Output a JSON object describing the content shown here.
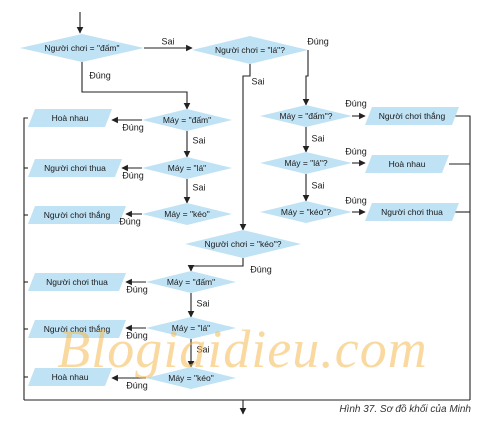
{
  "diagram": {
    "colors": {
      "shape": "#bfe2f4",
      "line": "#222222",
      "text": "#1a1a1a"
    },
    "nodes": {
      "d_p_dam": "Người chơi = \"đấm\"",
      "d_p_la": "Người chơi = \"lá\"?",
      "d_p_keo": "Người chơi = \"kéo\"?",
      "d_a_dam": "Máy = \"đấm\"",
      "d_a_la": "Máy = \"lá\"",
      "d_a_keo": "Máy = \"kéo\"",
      "d_b_dam": "Máy = \"đấm\"?",
      "d_b_la": "Máy = \"lá\"?",
      "d_b_keo": "Máy = \"kéo\"?",
      "d_c_dam": "Máy = \"đấm\"",
      "d_c_la": "Máy = \"lá\"",
      "d_c_keo": "Máy = \"kéo\"",
      "o_a1": "Hoà nhau",
      "o_a2": "Người chơi thua",
      "o_a3": "Người chơi thắng",
      "o_b1": "Người chơi thắng",
      "o_b2": "Hoà nhau",
      "o_b3": "Người chơi thua",
      "o_c1": "Người chơi thua",
      "o_c2": "Người chơi thắng",
      "o_c3": "Hoà nhau"
    },
    "labels": {
      "yes": "Đúng",
      "no": "Sai"
    },
    "caption": "Hình 37. Sơ đồ khối của Minh"
  },
  "watermark": "Blogiaidieu.com"
}
